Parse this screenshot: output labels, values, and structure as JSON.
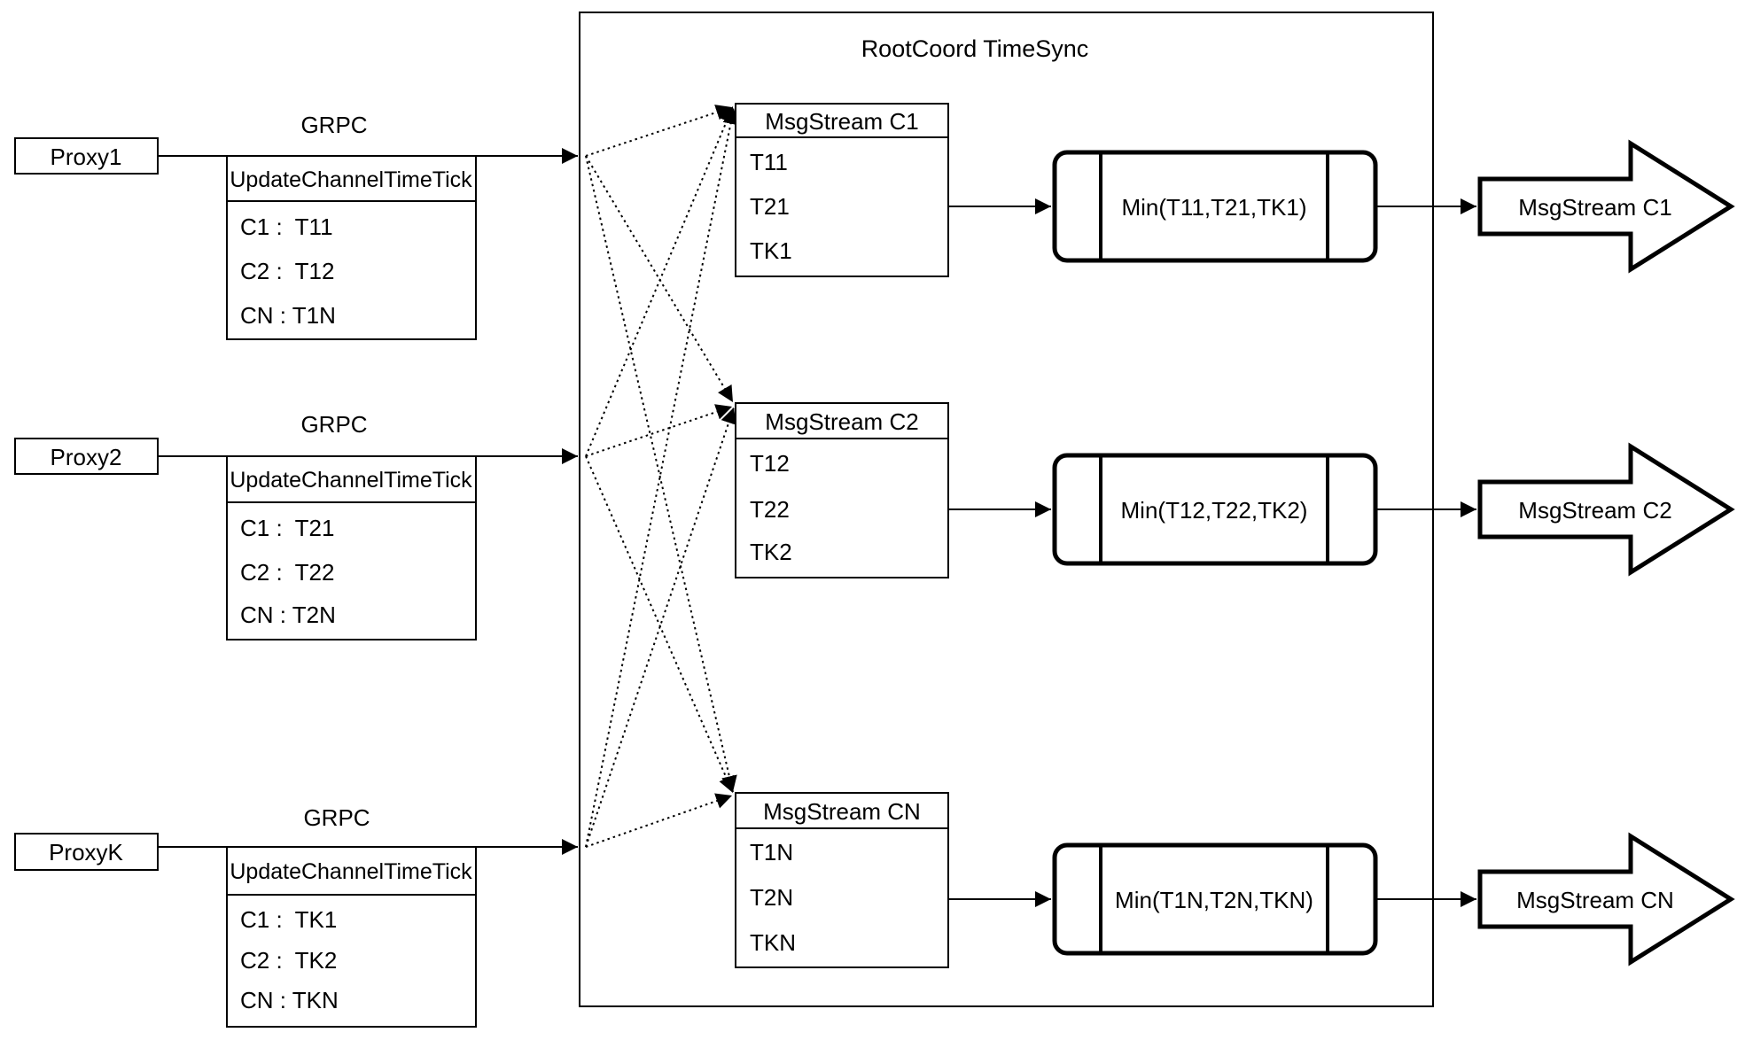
{
  "colors": {
    "stroke": "#000000",
    "background": "#ffffff"
  },
  "diagram": {
    "title": "RootCoord TimeSync",
    "grpc_label": "GRPC",
    "proxies": [
      {
        "name": "Proxy1",
        "table_header": "UpdateChannelTimeTick",
        "rows": [
          "C1 :  T11",
          "C2 :  T12",
          "CN : T1N"
        ]
      },
      {
        "name": "Proxy2",
        "table_header": "UpdateChannelTimeTick",
        "rows": [
          "C1 :  T21",
          "C2 :  T22",
          "CN : T2N"
        ]
      },
      {
        "name": "ProxyK",
        "table_header": "UpdateChannelTimeTick",
        "rows": [
          "C1 :  TK1",
          "C2 :  TK2",
          "CN : TKN"
        ]
      }
    ],
    "streams": [
      {
        "header": "MsgStream C1",
        "rows": [
          "T11",
          "T21",
          "TK1"
        ],
        "min_label": "Min(T11,T21,TK1)",
        "output_label": "MsgStream C1"
      },
      {
        "header": "MsgStream C2",
        "rows": [
          "T12",
          "T22",
          "TK2"
        ],
        "min_label": "Min(T12,T22,TK2)",
        "output_label": "MsgStream C2"
      },
      {
        "header": "MsgStream CN",
        "rows": [
          "T1N",
          "T2N",
          "TKN"
        ],
        "min_label": "Min(T1N,T2N,TKN)",
        "output_label": "MsgStream CN"
      }
    ]
  }
}
